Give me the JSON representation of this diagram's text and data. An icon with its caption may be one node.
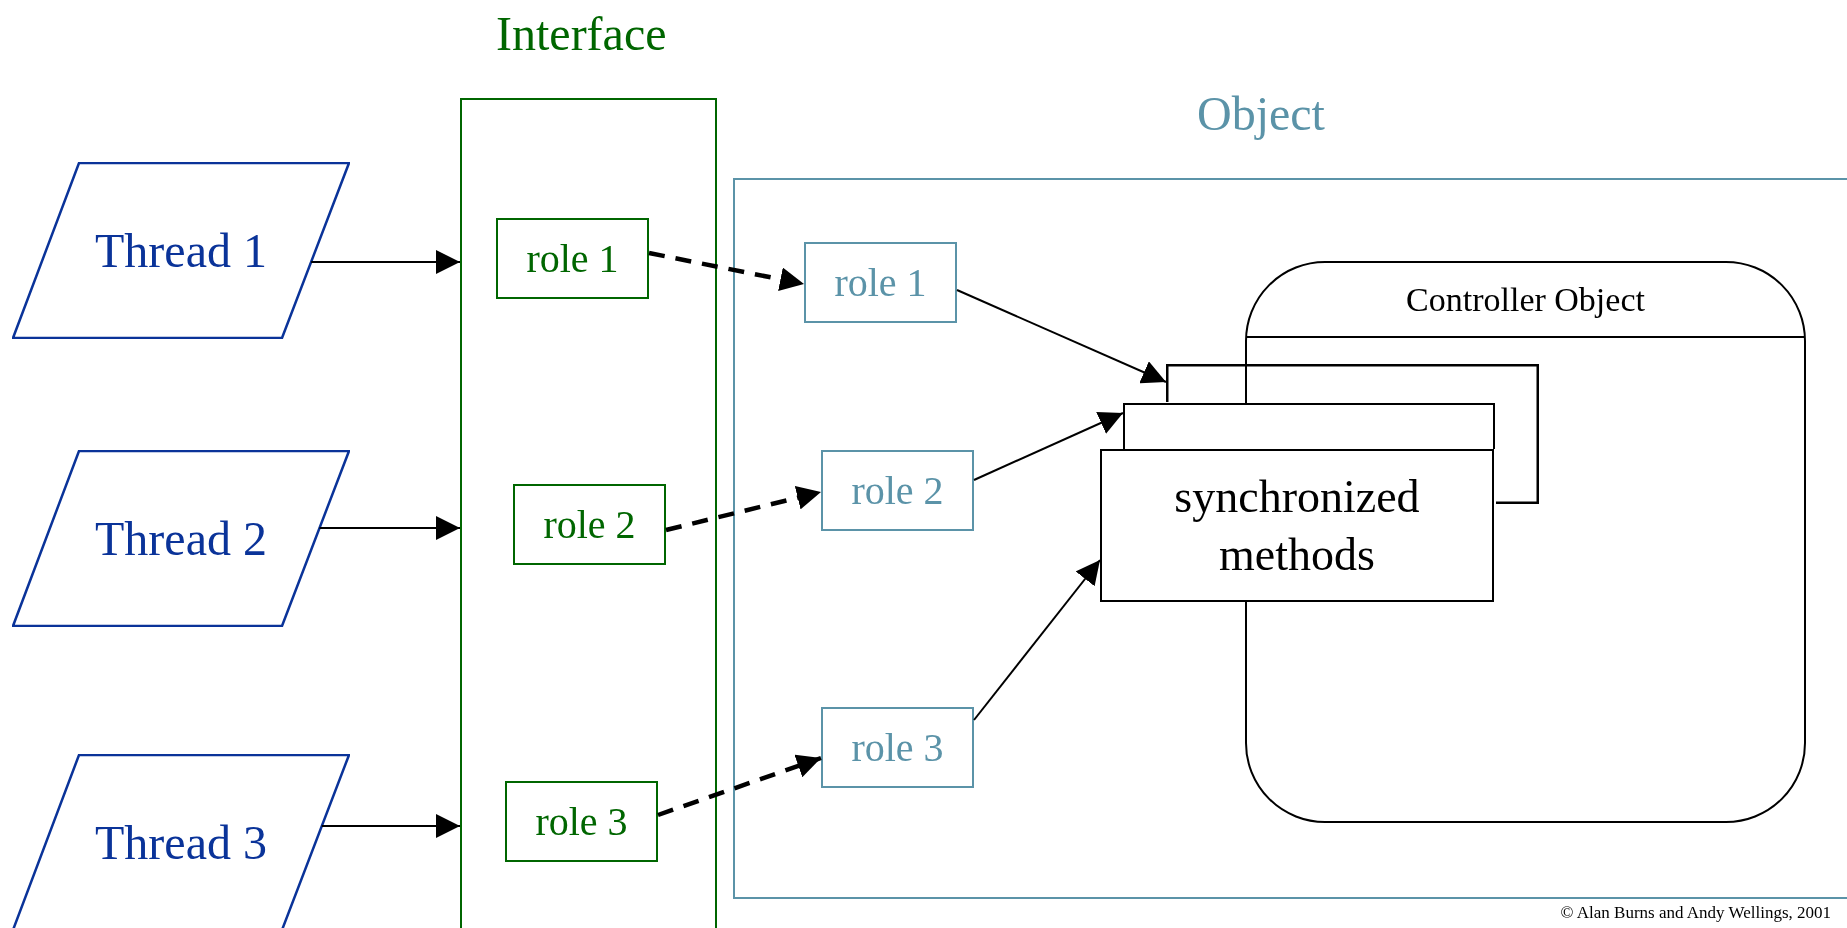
{
  "diagram": {
    "nodes": [
      {
        "text": [
          "Interface"
        ]
      },
      {
        "text": [
          "Thread 1"
        ]
      },
      {
        "text": [
          "Thread 2"
        ]
      },
      {
        "text": [
          "Thread 3"
        ]
      },
      {
        "text": [
          "role 1"
        ],
        "in": 0
      },
      {
        "text": [
          "role 2"
        ],
        "in": 0
      },
      {
        "text": [
          "role 3"
        ],
        "in": 0
      },
      {
        "text": [
          "Object"
        ]
      },
      {
        "text": [
          "role 1"
        ],
        "in": 7
      },
      {
        "text": [
          "role 2"
        ],
        "in": 7
      },
      {
        "text": [
          "role 3"
        ],
        "in": 7
      },
      {
        "text": [
          "Controller Object"
        ],
        "in": 7
      },
      {
        "text": [],
        "shape": "box",
        "in": 7
      },
      {
        "text": [],
        "shape": "box",
        "in": 7
      },
      {
        "text": [
          "synchronized methods"
        ],
        "in": 7
      }
    ],
    "edges": [
      {
        "from": 1,
        "to": 0,
        "arrow": "to"
      },
      {
        "from": 2,
        "to": 0,
        "arrow": "to"
      },
      {
        "from": 3,
        "to": 0,
        "arrow": "to"
      },
      {
        "from": 4,
        "to": 8,
        "arrow": "to",
        "style": "dashed"
      },
      {
        "from": 5,
        "to": 9,
        "arrow": "to",
        "style": "dashed"
      },
      {
        "from": 6,
        "to": 10,
        "arrow": "to",
        "style": "dashed"
      },
      {
        "from": 8,
        "to": 12,
        "arrow": "to"
      },
      {
        "from": 9,
        "to": 13,
        "arrow": "to"
      },
      {
        "from": 10,
        "to": 14,
        "arrow": "to"
      }
    ],
    "labels": [
      "© Alan Burns and Andy Wellings, 2001"
    ]
  }
}
